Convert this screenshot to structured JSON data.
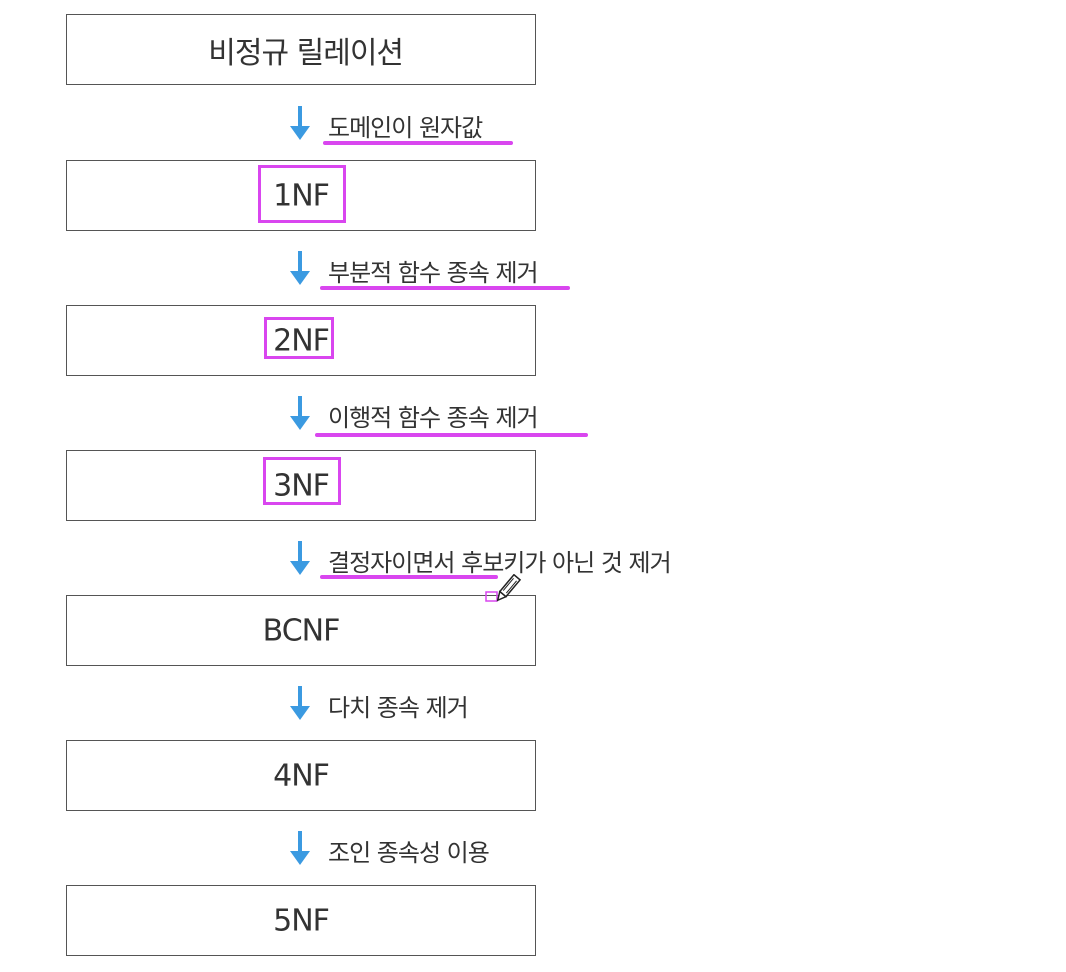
{
  "diagram": {
    "stages": [
      {
        "label": "비정규 릴레이션"
      },
      {
        "label": "1NF"
      },
      {
        "label": "2NF"
      },
      {
        "label": "3NF"
      },
      {
        "label": "BCNF"
      },
      {
        "label": "4NF"
      },
      {
        "label": "5NF"
      }
    ],
    "transitions": [
      {
        "label": "도메인이 원자값"
      },
      {
        "label": "부분적 함수 종속 제거"
      },
      {
        "label": "이행적 함수 종속 제거"
      },
      {
        "label": "결정자이면서 후보키가 아닌 것 제거"
      },
      {
        "label": "다치 종속 제거"
      },
      {
        "label": "조인 종속성 이용"
      }
    ]
  },
  "colors": {
    "arrow": "#3b9ae1",
    "highlight": "#d946ef",
    "box_border": "#555555",
    "text": "#333333"
  },
  "icons": {
    "arrow": "down-arrow-icon",
    "annotation_cursor": "pen-icon"
  }
}
